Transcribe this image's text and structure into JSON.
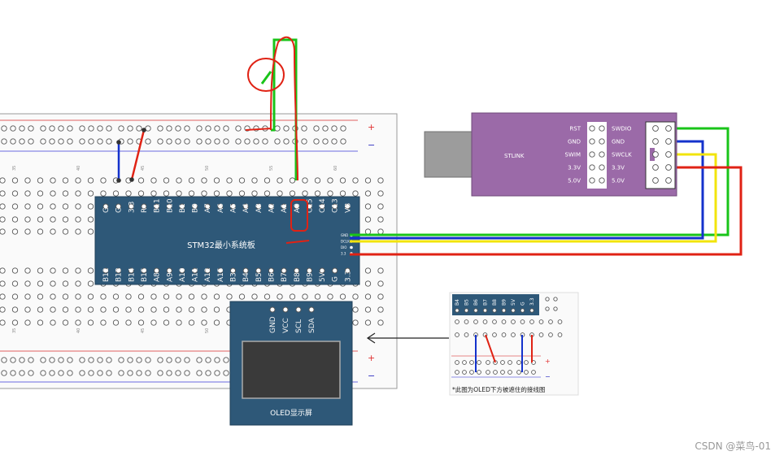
{
  "stm32": {
    "title": "STM32最小系统板",
    "top_pins": [
      "G",
      "G",
      "3.3",
      "R",
      "B11",
      "B10",
      "B1",
      "B0",
      "A7",
      "A6",
      "A5",
      "A4",
      "A3",
      "A2",
      "A1",
      "A0",
      "C15",
      "C14",
      "C13",
      "VB"
    ],
    "bottom_pins": [
      "B12",
      "B13",
      "B14",
      "B15",
      "A8",
      "A9",
      "A10",
      "A11",
      "A12",
      "A15",
      "B3",
      "B4",
      "B5",
      "B6",
      "B7",
      "B8",
      "B9",
      "5V",
      "G",
      "3.3"
    ],
    "side_labels": [
      "GND",
      "DCLK",
      "DIO",
      "3.3"
    ]
  },
  "oled": {
    "pins": [
      "GND",
      "VCC",
      "SCL",
      "SDA"
    ],
    "label": "OLED显示屏"
  },
  "stlink": {
    "name": "STLINK",
    "left_labels": [
      "RST",
      "GND",
      "SWIM",
      "3.3V",
      "5.0V"
    ],
    "right_labels": [
      "SWDIO",
      "GND",
      "SWCLK",
      "3.3V",
      "5.0V"
    ]
  },
  "breadboard": {
    "column_numbers": [
      "35",
      "40",
      "45",
      "50",
      "55",
      "60"
    ],
    "rail_plus": "+",
    "rail_minus": "−"
  },
  "inset": {
    "pins": [
      "B4",
      "B5",
      "B6",
      "B7",
      "B8",
      "B9",
      "5V",
      "G",
      "3.3"
    ],
    "caption": "*此图为OLED下方被遮住的接线图"
  },
  "watermark": "CSDN @菜鸟-01",
  "colors": {
    "stm32_board": "#2e5878",
    "stlink_board": "#9b6aa8",
    "wire_green": "#19c419",
    "wire_blue": "#1432cc",
    "wire_yellow": "#f2e40c",
    "wire_red": "#e02214",
    "annotation_red": "#e02214"
  }
}
